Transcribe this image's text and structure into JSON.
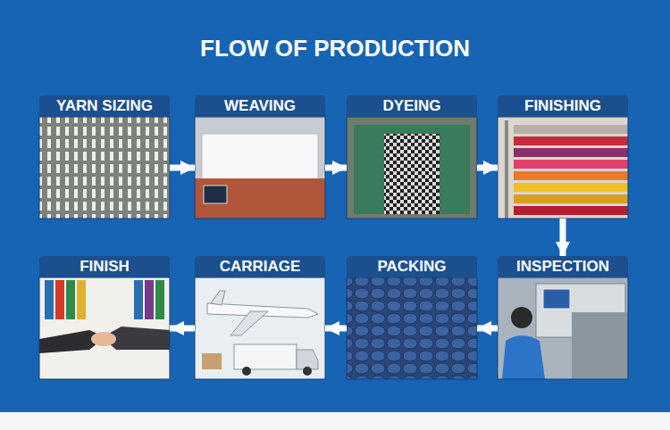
{
  "diagram": {
    "title": "FLOW OF PRODUCTION",
    "nodes": [
      {
        "text": [
          "YARN SIZING"
        ]
      },
      {
        "text": [
          "WEAVING"
        ]
      },
      {
        "text": [
          "DYEING"
        ]
      },
      {
        "text": [
          "FINISHING"
        ]
      },
      {
        "text": [
          "FINISH"
        ]
      },
      {
        "text": [
          "CARRIAGE"
        ]
      },
      {
        "text": [
          "PACKING"
        ]
      },
      {
        "text": [
          "INSPECTION"
        ]
      }
    ],
    "edges": [
      {
        "from": 0,
        "to": 1,
        "arrow": "to"
      },
      {
        "from": 1,
        "to": 2,
        "arrow": "to"
      },
      {
        "from": 2,
        "to": 3,
        "arrow": "to"
      },
      {
        "from": 3,
        "to": 7,
        "arrow": "to"
      },
      {
        "from": 7,
        "to": 6,
        "arrow": "to"
      },
      {
        "from": 6,
        "to": 5,
        "arrow": "to"
      },
      {
        "from": 5,
        "to": 4,
        "arrow": "to"
      }
    ]
  }
}
